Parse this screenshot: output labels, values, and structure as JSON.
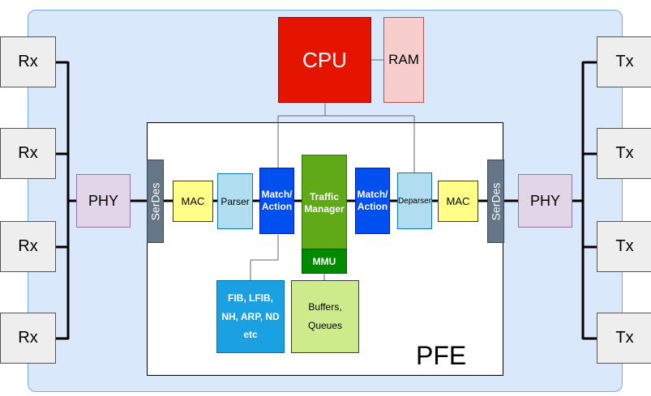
{
  "rx_ports": [
    "Rx",
    "Rx",
    "Rx",
    "Rx"
  ],
  "tx_ports": [
    "Tx",
    "Tx",
    "Tx",
    "Tx"
  ],
  "left_phy": "PHY",
  "right_phy": "PHY",
  "left_serdes": "SerDes",
  "right_serdes": "SerDes",
  "cpu": "CPU",
  "ram": "RAM",
  "pfe": {
    "label": "PFE",
    "left_mac": "MAC",
    "parser": "Parser",
    "match_action_left": [
      "Match/",
      "Action"
    ],
    "traffic_manager": [
      "Traffic",
      "Manager"
    ],
    "mmu": "MMU",
    "match_action_right": [
      "Match/",
      "Action"
    ],
    "deparser": "Deparser",
    "right_mac": "MAC",
    "tables": [
      "FIB, LFIB,",
      "NH, ARP, ND",
      "etc"
    ],
    "buffers": [
      "Buffers,",
      "Queues"
    ]
  },
  "colors": {
    "outer_panel": "#dae8fc",
    "cpu": "#e51400",
    "ram": "#f8cecc",
    "phy": "#e1d5e7",
    "serdes": "#647687",
    "mac": "#ffff88",
    "parser": "#b1ddf0",
    "match_action": "#0050ef",
    "traffic_manager": "#60a917",
    "mmu": "#008a00",
    "tables": "#1ba1e2",
    "buffers": "#cdeb8b"
  }
}
